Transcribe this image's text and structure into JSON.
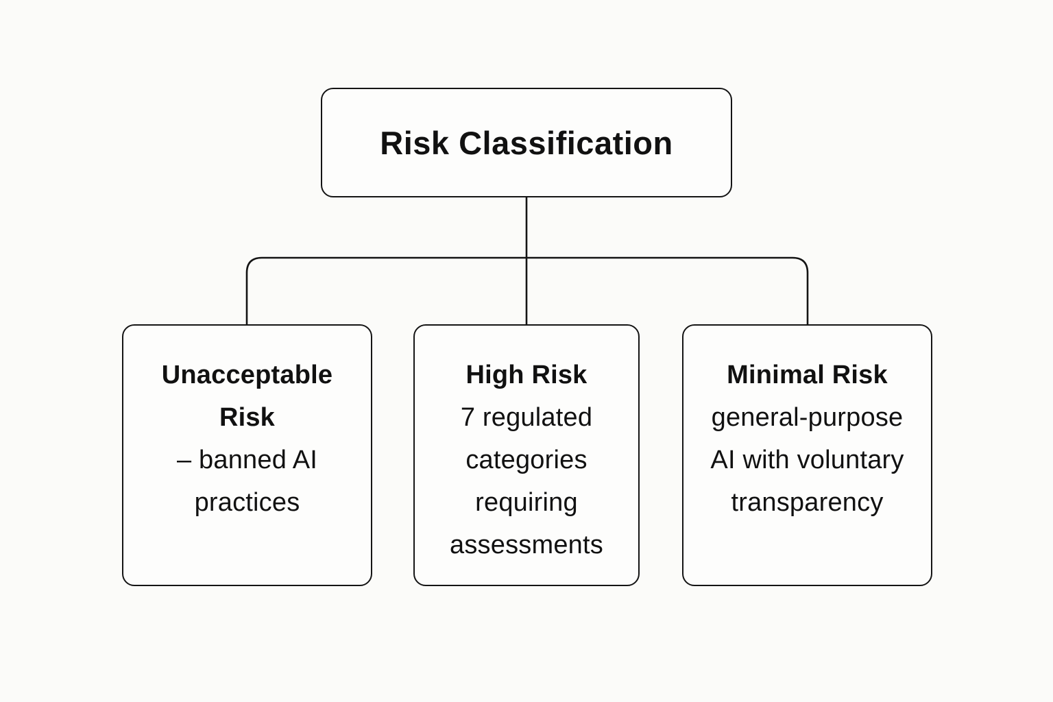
{
  "diagram": {
    "title": "Risk Classification",
    "colors": {
      "background": "#fbfbf9",
      "box_fill": "#fdfdfc",
      "line": "#141414",
      "text": "#111111"
    },
    "nodes": [
      {
        "id": "unacceptable-risk",
        "title": "Unacceptable Risk",
        "body": "– banned AI practices"
      },
      {
        "id": "high-risk",
        "title": "High Risk",
        "body": "7 regulated categories requiring assessments"
      },
      {
        "id": "minimal-risk",
        "title": "Minimal Risk",
        "body": "general-purpose AI with voluntary transparency"
      }
    ]
  }
}
